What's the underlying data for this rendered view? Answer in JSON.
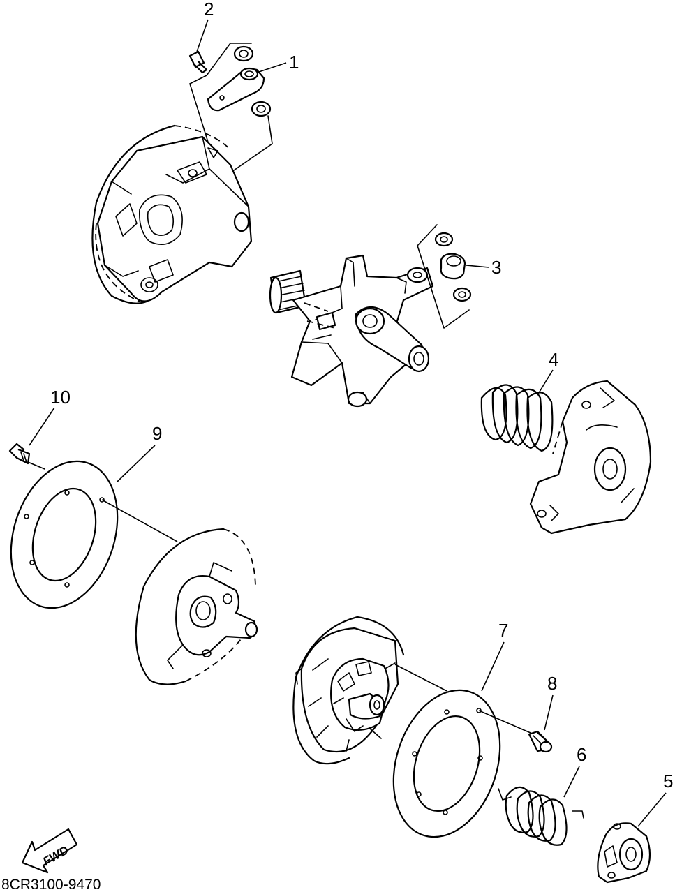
{
  "diagram": {
    "callouts": [
      {
        "id": "1",
        "label": "1"
      },
      {
        "id": "2",
        "label": "2"
      },
      {
        "id": "3",
        "label": "3"
      },
      {
        "id": "4",
        "label": "4"
      },
      {
        "id": "5",
        "label": "5"
      },
      {
        "id": "6",
        "label": "6"
      },
      {
        "id": "7",
        "label": "7"
      },
      {
        "id": "8",
        "label": "8"
      },
      {
        "id": "9",
        "label": "9"
      },
      {
        "id": "10",
        "label": "10"
      }
    ],
    "fwd_label": "FWD",
    "code": "8CR3100-9470"
  }
}
